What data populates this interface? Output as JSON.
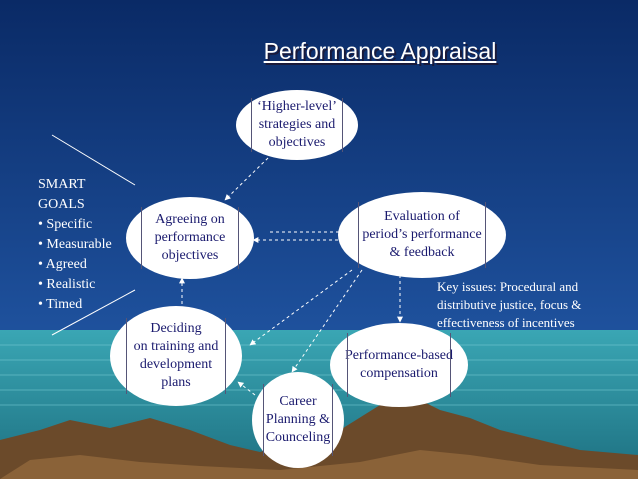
{
  "title": "Performance Appraisal",
  "nodes": {
    "strategy": "‘Higher-level’\nstrategies and\nobjectives",
    "agreeing": "Agreeing on\nperformance\nobjectives",
    "evaluation": "Evaluation of\nperiod’s performance\n& feedback",
    "deciding": "Deciding\non training and\ndevelopment\nplans",
    "performance_based": "Performance-based\ncompensation",
    "career": "Career\nPlanning &\nCounceling"
  },
  "smart": {
    "heading_1": "SMART",
    "heading_2": "GOALS",
    "items": [
      "Specific",
      "Measurable",
      "Agreed",
      "Realistic",
      "Timed"
    ]
  },
  "key_issues": "Key issues: Procedural and\ndistributive justice, focus &\neffectiveness of incentives",
  "colors": {
    "sky_top": "#0c2f6e",
    "sky_bottom": "#1d4f9a",
    "node_fill": "#ffffff",
    "node_text": "#1a1a6e",
    "sea": "#2a8a9a"
  }
}
